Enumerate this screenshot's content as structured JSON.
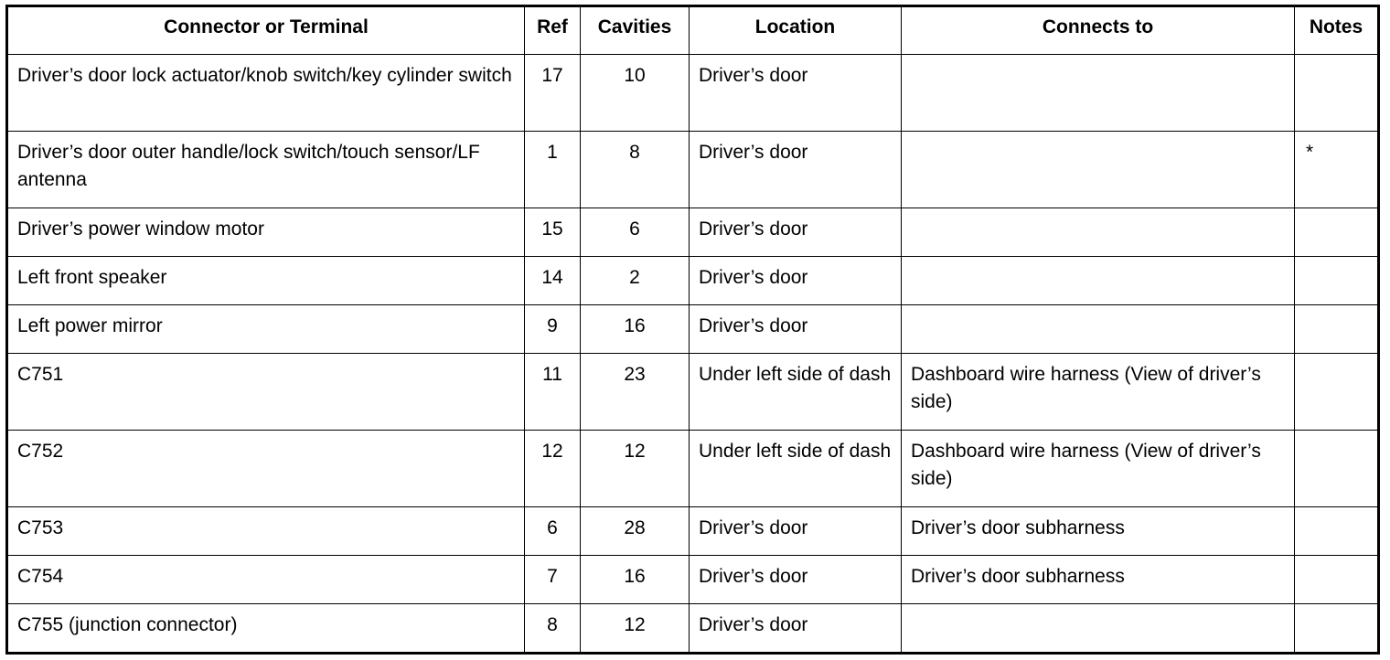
{
  "table": {
    "headers": [
      "Connector or Terminal",
      "Ref",
      "Cavities",
      "Location",
      "Connects to",
      "Notes"
    ],
    "rows": [
      {
        "connector": "Driver’s door lock actuator/knob switch/key cylinder switch",
        "ref": "17",
        "cavities": "10",
        "location": "Driver’s door",
        "connects_to": "",
        "notes": ""
      },
      {
        "connector": "Driver’s door outer handle/lock switch/touch sensor/LF antenna",
        "ref": "1",
        "cavities": "8",
        "location": "Driver’s door",
        "connects_to": "",
        "notes": "*"
      },
      {
        "connector": "Driver’s power window motor",
        "ref": "15",
        "cavities": "6",
        "location": "Driver’s door",
        "connects_to": "",
        "notes": ""
      },
      {
        "connector": "Left front speaker",
        "ref": "14",
        "cavities": "2",
        "location": "Driver’s door",
        "connects_to": "",
        "notes": ""
      },
      {
        "connector": "Left power mirror",
        "ref": "9",
        "cavities": "16",
        "location": "Driver’s door",
        "connects_to": "",
        "notes": ""
      },
      {
        "connector": "C751",
        "ref": "11",
        "cavities": "23",
        "location": "Under left side of dash",
        "connects_to": "Dashboard wire harness (View of driver’s side)",
        "notes": ""
      },
      {
        "connector": "C752",
        "ref": "12",
        "cavities": "12",
        "location": "Under left side of dash",
        "connects_to": "Dashboard wire harness (View of driver’s side)",
        "notes": ""
      },
      {
        "connector": "C753",
        "ref": "6",
        "cavities": "28",
        "location": "Driver’s door",
        "connects_to": "Driver’s door subharness",
        "notes": ""
      },
      {
        "connector": "C754",
        "ref": "7",
        "cavities": "16",
        "location": "Driver’s door",
        "connects_to": "Driver’s door subharness",
        "notes": ""
      },
      {
        "connector": "C755 (junction connector)",
        "ref": "8",
        "cavities": "12",
        "location": "Driver’s door",
        "connects_to": "",
        "notes": ""
      }
    ]
  }
}
